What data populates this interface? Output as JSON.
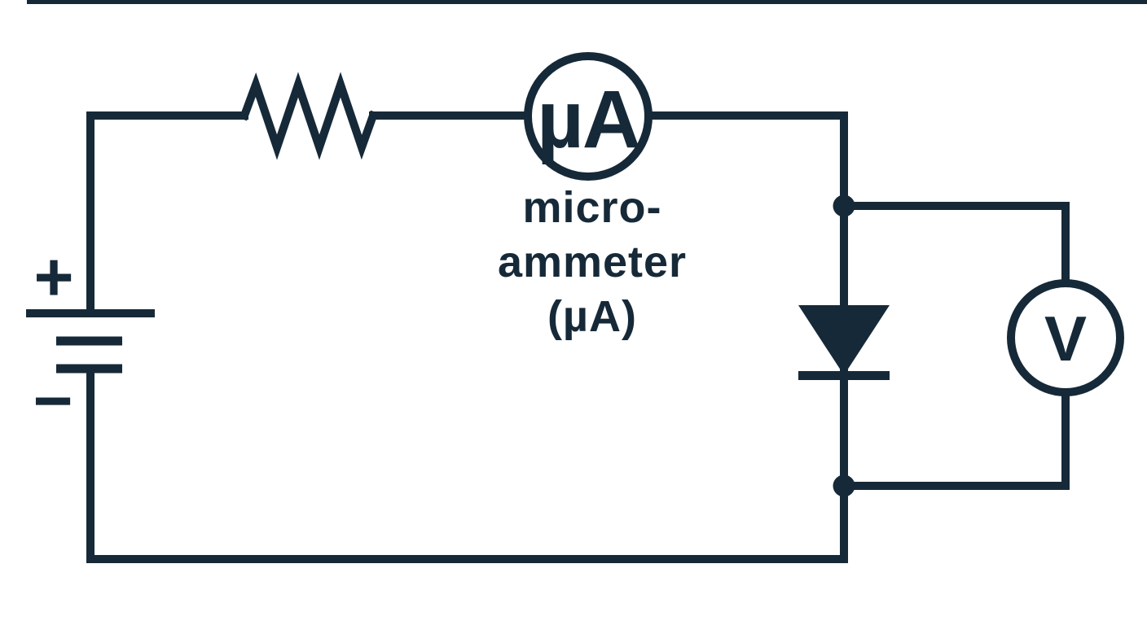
{
  "colors": {
    "ink": "#162938",
    "background": "#ffffff"
  },
  "battery": {
    "positive_label": "+",
    "negative_label": "−"
  },
  "microammeter": {
    "dial_text": "µA",
    "label_lines": [
      "micro-",
      "ammeter",
      "(µA)"
    ]
  },
  "voltmeter": {
    "dial_text": "V"
  }
}
